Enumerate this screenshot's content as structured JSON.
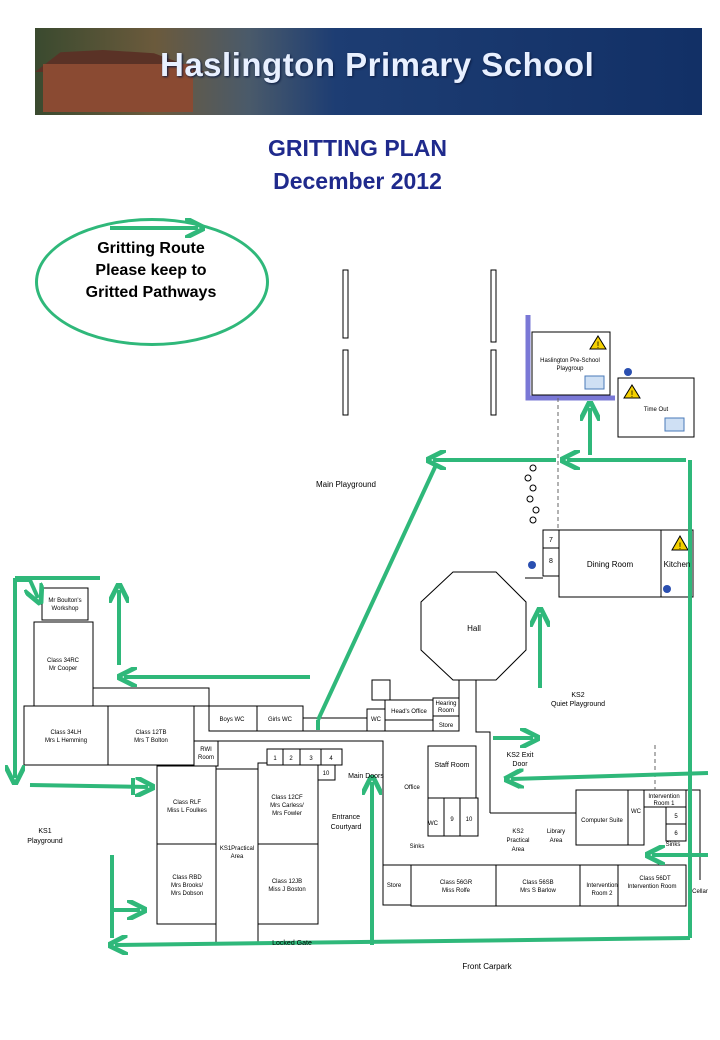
{
  "header": {
    "school_name": "Haslington Primary School"
  },
  "title": {
    "line1": "GRITTING PLAN",
    "line2": "December 2012"
  },
  "legend": {
    "line1": "Gritting Route",
    "line2": "Please keep to",
    "line3": "Gritted Pathways"
  },
  "areas": {
    "main_playground": "Main Playground",
    "preschool_1": "Haslington Pre-School",
    "preschool_2": "Playgroup",
    "time_out": "Time Out",
    "room_7": "7",
    "room_8": "8",
    "dining_room": "Dining Room",
    "kitchen": "Kitchen",
    "hall": "Hall",
    "boulton_1": "Mr Boulton's",
    "boulton_2": "Workshop",
    "class34rc_1": "Class 34RC",
    "class34rc_2": "Mr Cooper",
    "ks2_quiet_1": "KS2",
    "ks2_quiet_2": "Quiet Playground",
    "hearing_1": "Hearing",
    "hearing_2": "Room",
    "heads_office": "Head's Office",
    "store_top": "Store",
    "wc_mid": "WC",
    "boys_wc": "Boys WC",
    "girls_wc": "Girls WC",
    "class34lh_1": "Class 34LH",
    "class34lh_2": "Mrs L Hemming",
    "class12tb_1": "Class 12TB",
    "class12tb_2": "Mrs T Bolton",
    "rwi_1": "RWI",
    "rwi_2": "Room",
    "ks2_exit_1": "KS2 Exit",
    "ks2_exit_2": "Door",
    "staff_room": "Staff Room",
    "small_1": "1",
    "small_2": "2",
    "small_3": "3",
    "small_4": "4",
    "small_10a": "10",
    "main_doors": "Main Doors",
    "office": "Office",
    "intervention1_1": "Intervention",
    "intervention1_2": "Room 1",
    "room_5": "5",
    "room_6": "6",
    "wc_right": "WC",
    "computer_suite": "Computer Suite",
    "sinks_right": "Sinks",
    "class_rlf_1": "Class RLF",
    "class_rlf_2": "Miss L Foulkes",
    "class12cf_1": "Class 12CF",
    "class12cf_2": "Mrs Carless/",
    "class12cf_3": "Mrs Fowler",
    "entrance_1": "Entrance",
    "entrance_2": "Courtyard",
    "wc_lower": "WC",
    "room_9": "9",
    "room_10b": "10",
    "sinks_lower": "Sinks",
    "ks2_practical_1": "KS2",
    "ks2_practical_2": "Practical",
    "ks2_practical_3": "Area",
    "library_1": "Library",
    "library_2": "Area",
    "ks1_playground_1": "KS1",
    "ks1_playground_2": "Playground",
    "ks1_practical_1": "KS1Practical",
    "ks1_practical_2": "Area",
    "class_rbd_1": "Class RBD",
    "class_rbd_2": "Mrs Brooks/",
    "class_rbd_3": "Mrs Dobson",
    "class12jb_1": "Class 12JB",
    "class12jb_2": "Miss J Boston",
    "store_bottom": "Store",
    "class56gr_1": "Class 56GR",
    "class56gr_2": "Miss Rolfe",
    "class56sb_1": "Class 56SB",
    "class56sb_2": "Mrs S Barlow",
    "intervention2_1": "Intervention",
    "intervention2_2": "Room 2",
    "class56dt_1": "Class 56DT",
    "class56dt_2": "Intervention Room",
    "cellar": "Cellar",
    "locked_gate": "Locked Gate",
    "front_carpark": "Front Carpark"
  },
  "colors": {
    "route": "#2fb87a",
    "title": "#1f2a8c",
    "fence": "#7a78d6",
    "banner": "#1d3d73"
  }
}
